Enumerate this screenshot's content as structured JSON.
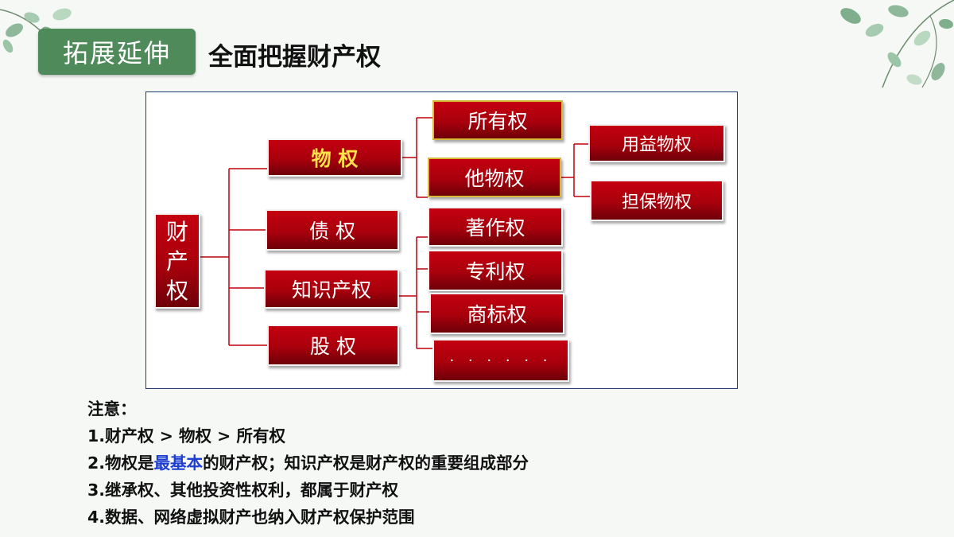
{
  "header": {
    "badge": "拓展延伸",
    "title": "全面把握财产权"
  },
  "diagram": {
    "root": [
      "财",
      "产",
      "权"
    ],
    "level1": {
      "wuquan": "物 权",
      "zhaiquan": "债 权",
      "zhishi": "知识产权",
      "guquan": "股 权"
    },
    "level2": {
      "suoyou": "所有权",
      "tawu": "他物权",
      "zhuzuo": "著作权",
      "zhuanli": "专利权",
      "shangbiao": "商标权",
      "more": "· · · · · ·"
    },
    "level3": {
      "yongyi": "用益物权",
      "danbao": "担保物权"
    },
    "colors": {
      "box_red": "#b0000e",
      "highlight_text": "#ffe14a",
      "line": "#c0000c"
    }
  },
  "notes": {
    "heading": "注意：",
    "line1": "1.财产权 > 物权 > 所有权",
    "line2_pre": "2.物权是",
    "line2_hl": "最基本",
    "line2_post": "的财产权；知识产权是财产权的重要组成部分",
    "line3": "3.继承权、其他投资性权利，都属于财产权",
    "line4": "4.数据、网络虚拟财产也纳入财产权保护范围",
    "highlight_color": "#1f3fd0"
  }
}
